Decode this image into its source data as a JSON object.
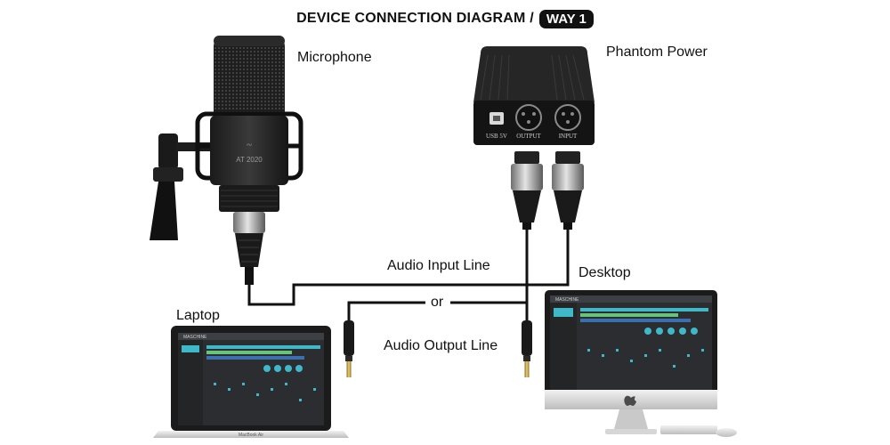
{
  "title": {
    "text": "DEVICE CONNECTION DIAGRAM /",
    "badge": "WAY 1"
  },
  "labels": {
    "microphone": "Microphone",
    "phantom_power": "Phantom Power",
    "audio_input_line": "Audio Input Line",
    "or": "or",
    "audio_output_line": "Audio Output Line",
    "laptop": "Laptop",
    "desktop": "Desktop"
  },
  "phantom_ports": {
    "usb": "USB 5V",
    "output": "OUTPUT",
    "input": "INPUT"
  },
  "mic_model": "AT 2020",
  "laptop_brand": "MacBook Air",
  "software_title": "MASCHINE",
  "colors": {
    "line": "#111111",
    "device_body": "#1c1c1c",
    "screen_bg": "#2b2d30",
    "accent_teal": "#3fb8c9",
    "accent_green": "#68c47a"
  }
}
